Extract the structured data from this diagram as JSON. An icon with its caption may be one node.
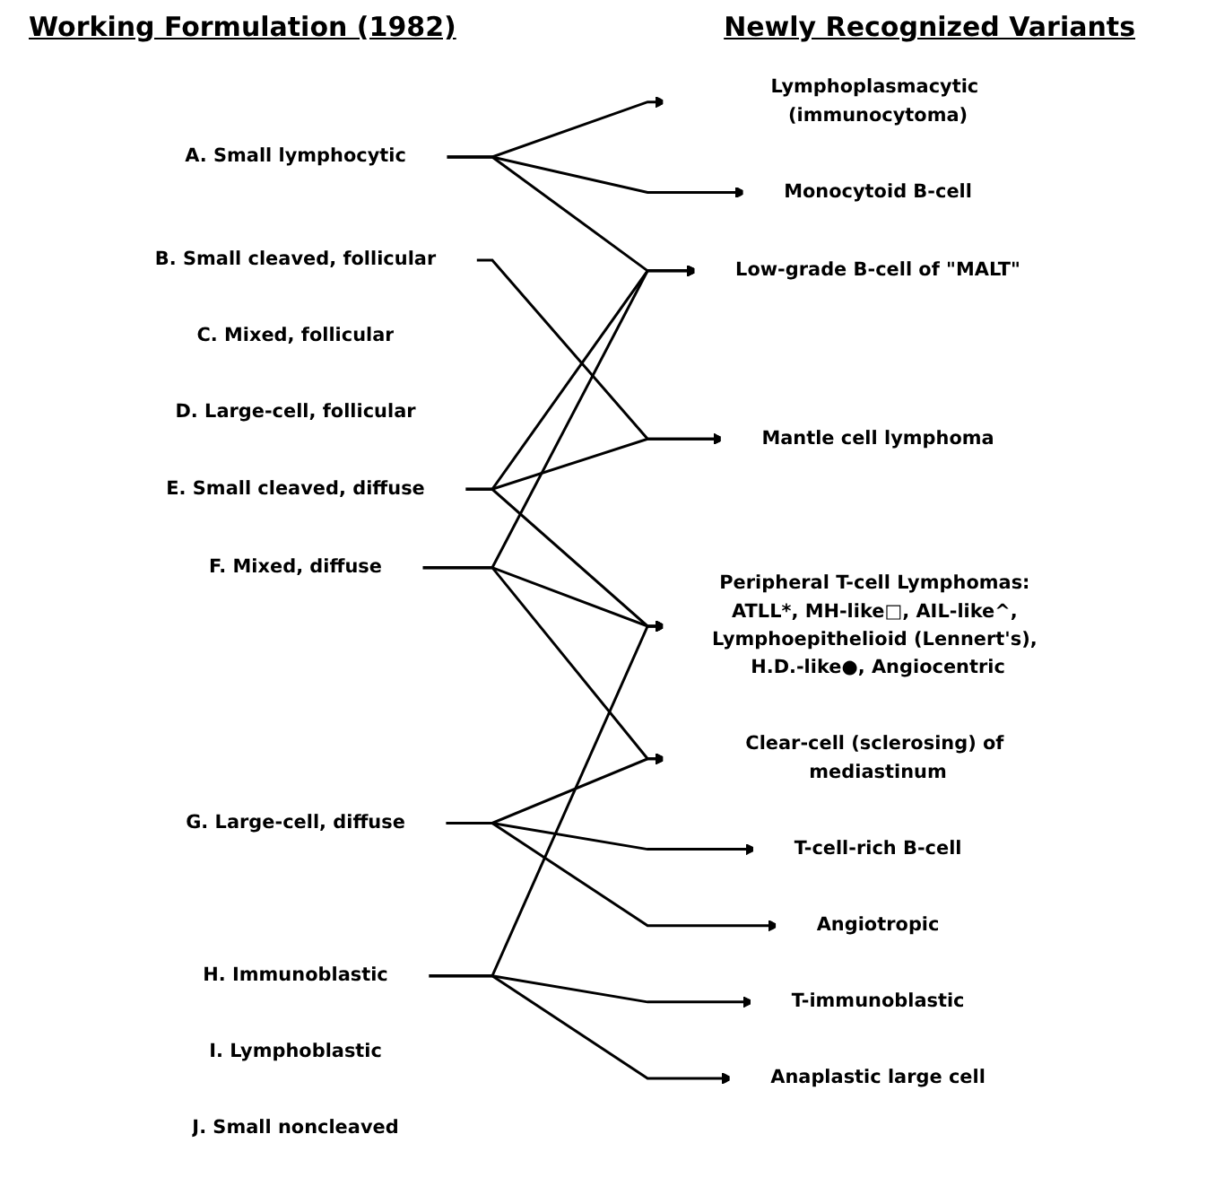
{
  "diagram": {
    "nodes": [
      {
        "text": [
          "A. Small lymphocytic"
        ]
      },
      {
        "text": [
          "B. Small cleaved, follicular"
        ]
      },
      {
        "text": [
          "C. Mixed, follicular"
        ]
      },
      {
        "text": [
          "D. Large-cell, follicular"
        ]
      },
      {
        "text": [
          "E. Small cleaved, diffuse"
        ]
      },
      {
        "text": [
          "F. Mixed, diffuse"
        ]
      },
      {
        "text": [
          "G. Large-cell, diffuse"
        ]
      },
      {
        "text": [
          "H. Immunoblastic"
        ]
      },
      {
        "text": [
          "I. Lymphoblastic"
        ]
      },
      {
        "text": [
          "J. Small noncleaved"
        ]
      },
      {
        "text": [
          "Lymphoplasmacytic (immunocytoma)"
        ]
      },
      {
        "text": [
          "Monocytoid B-cell"
        ]
      },
      {
        "text": [
          "Low-grade B-cell of \"MALT\""
        ]
      },
      {
        "text": [
          "Mantle cell lymphoma"
        ]
      },
      {
        "text": [
          "Peripheral T-cell Lymphomas: ATLL*, MH-like□, AIL-like^, Lymphoepithelioid (Lennert's), H.D.-like●, Angiocentric"
        ]
      },
      {
        "text": [
          "Clear-cell (sclerosing) of mediastinum"
        ]
      },
      {
        "text": [
          "T-cell-rich B-cell"
        ]
      },
      {
        "text": [
          "Angiotropic"
        ]
      },
      {
        "text": [
          "T-immunoblastic"
        ]
      },
      {
        "text": [
          "Anaplastic large cell"
        ]
      }
    ],
    "edges": [
      {
        "from": 0,
        "to": 10,
        "arrow": "to"
      },
      {
        "from": 0,
        "to": 11,
        "arrow": "to"
      },
      {
        "from": 0,
        "to": 12,
        "arrow": "to"
      },
      {
        "from": 1,
        "to": 13,
        "arrow": "to"
      },
      {
        "from": 4,
        "to": 12,
        "arrow": "to"
      },
      {
        "from": 5,
        "to": 12,
        "arrow": "to"
      },
      {
        "from": 4,
        "to": 13,
        "arrow": "to"
      },
      {
        "from": 4,
        "to": 14,
        "arrow": "to"
      },
      {
        "from": 5,
        "to": 14,
        "arrow": "to"
      },
      {
        "from": 5,
        "to": 15,
        "arrow": "to"
      },
      {
        "from": 6,
        "to": 15,
        "arrow": "to"
      },
      {
        "from": 6,
        "to": 16,
        "arrow": "to"
      },
      {
        "from": 6,
        "to": 17,
        "arrow": "to"
      },
      {
        "from": 7,
        "to": 14,
        "arrow": "to"
      },
      {
        "from": 7,
        "to": 18,
        "arrow": "to"
      },
      {
        "from": 7,
        "to": 19,
        "arrow": "to"
      }
    ],
    "labels": [
      "Working Formulation (1982)",
      "Newly Recognized Variants"
    ]
  }
}
